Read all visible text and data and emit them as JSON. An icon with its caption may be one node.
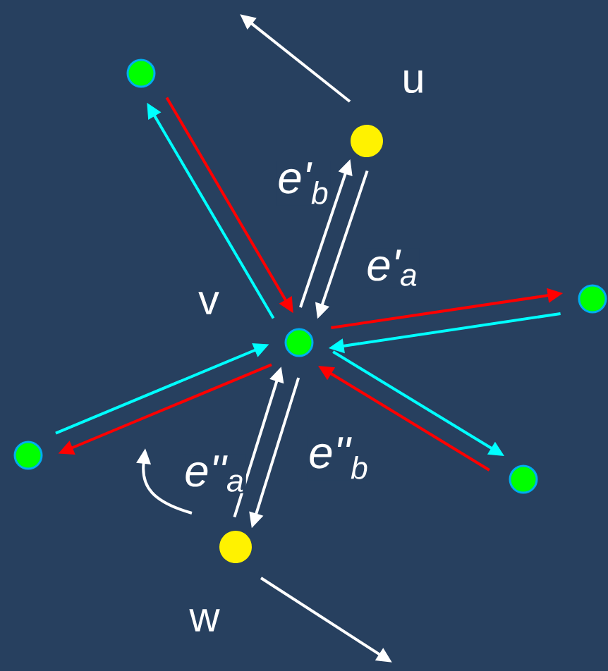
{
  "diagram": {
    "nodes": [
      {
        "text": [],
        "shape": "circle"
      },
      {
        "text": [],
        "shape": "circle",
        "beside": [
          "u"
        ]
      },
      {
        "text": [],
        "shape": "circle"
      },
      {
        "text": [],
        "shape": "circle",
        "beside": [
          "v"
        ]
      },
      {
        "text": [],
        "shape": "circle"
      },
      {
        "text": [],
        "shape": "circle"
      },
      {
        "text": [],
        "shape": "circle",
        "beside": [
          "w"
        ]
      }
    ],
    "edges": [
      {
        "from": 3,
        "to": 0,
        "arrow": "to",
        "color": "#00ffff"
      },
      {
        "from": 0,
        "to": 3,
        "arrow": "to",
        "color": "#ff0000"
      },
      {
        "from": 3,
        "to": 1,
        "arrow": "to",
        "label": "e'$_{b}$"
      },
      {
        "from": 1,
        "to": 3,
        "arrow": "to",
        "label": "e'$_{a}$"
      },
      {
        "from": 3,
        "to": 2,
        "arrow": "to",
        "color": "#ff0000"
      },
      {
        "from": 2,
        "to": 3,
        "arrow": "to",
        "color": "#00ffff"
      },
      {
        "from": 4,
        "to": 3,
        "arrow": "to",
        "color": "#00ffff"
      },
      {
        "from": 3,
        "to": 4,
        "arrow": "to",
        "color": "#ff0000"
      },
      {
        "from": 5,
        "to": 3,
        "arrow": "to",
        "color": "#ff0000"
      },
      {
        "from": 3,
        "to": 5,
        "arrow": "to",
        "color": "#00ffff"
      },
      {
        "from": 6,
        "to": 3,
        "arrow": "to",
        "label": "e''$_{a}$"
      },
      {
        "from": 3,
        "to": 6,
        "arrow": "to",
        "label": "e''$_{b}$"
      },
      {
        "from": 1,
        "to": null,
        "arrow": "to"
      },
      {
        "from": 6,
        "to": null,
        "arrow": "to"
      }
    ]
  }
}
